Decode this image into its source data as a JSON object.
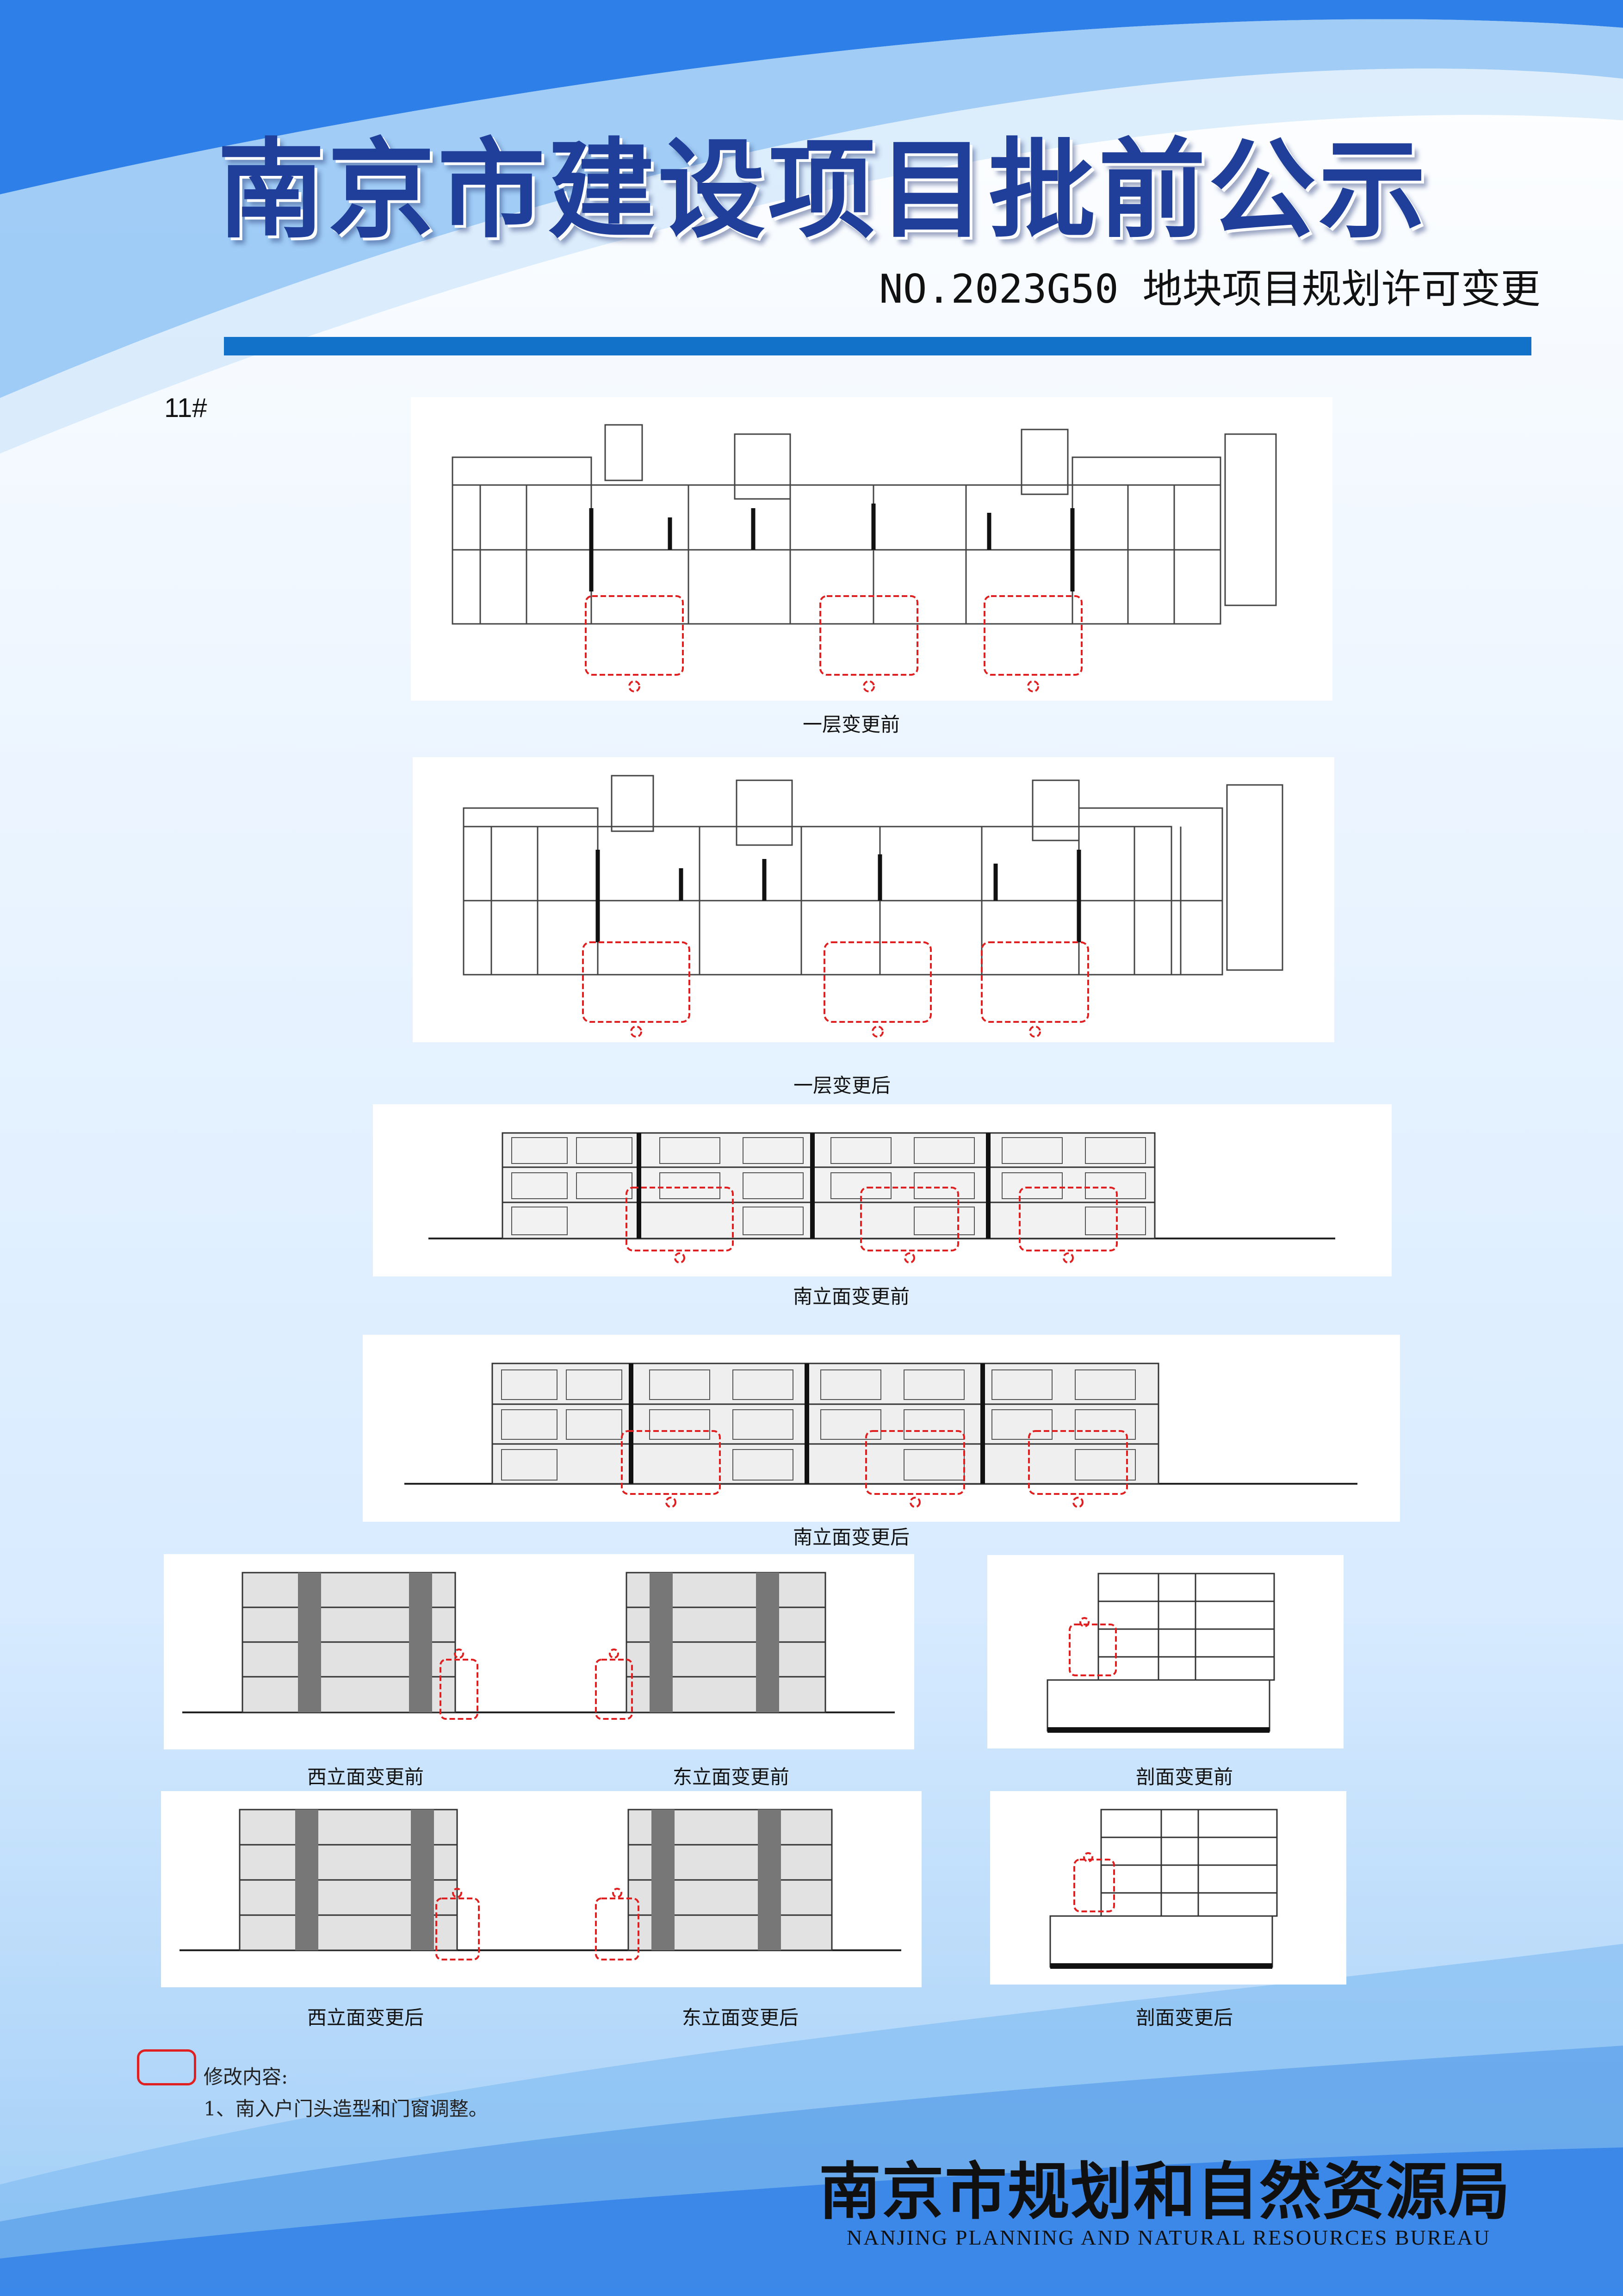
{
  "header": {
    "title": "南京市建设项目批前公示",
    "subtitle": "NO.2023G50 地块项目规划许可变更"
  },
  "building_label": "11#",
  "drawings": {
    "floor1_before": "一层变更前",
    "floor1_after": "一层变更后",
    "south_before": "南立面变更前",
    "south_after": "南立面变更后",
    "west_before": "西立面变更前",
    "east_before": "东立面变更前",
    "section_before": "剖面变更前",
    "west_after": "西立面变更后",
    "east_after": "东立面变更后",
    "section_after": "剖面变更后"
  },
  "notes": {
    "heading": "修改内容:",
    "items": [
      "1、南入户门头造型和门窗调整。"
    ]
  },
  "footer": {
    "org_cn": "南京市规划和自然资源局",
    "org_en": "NANJING PLANNING AND NATURAL RESOURCES BUREAU"
  },
  "colors": {
    "title": "#1f3f9a",
    "bar": "#1272c9",
    "markup": "#e02020"
  }
}
